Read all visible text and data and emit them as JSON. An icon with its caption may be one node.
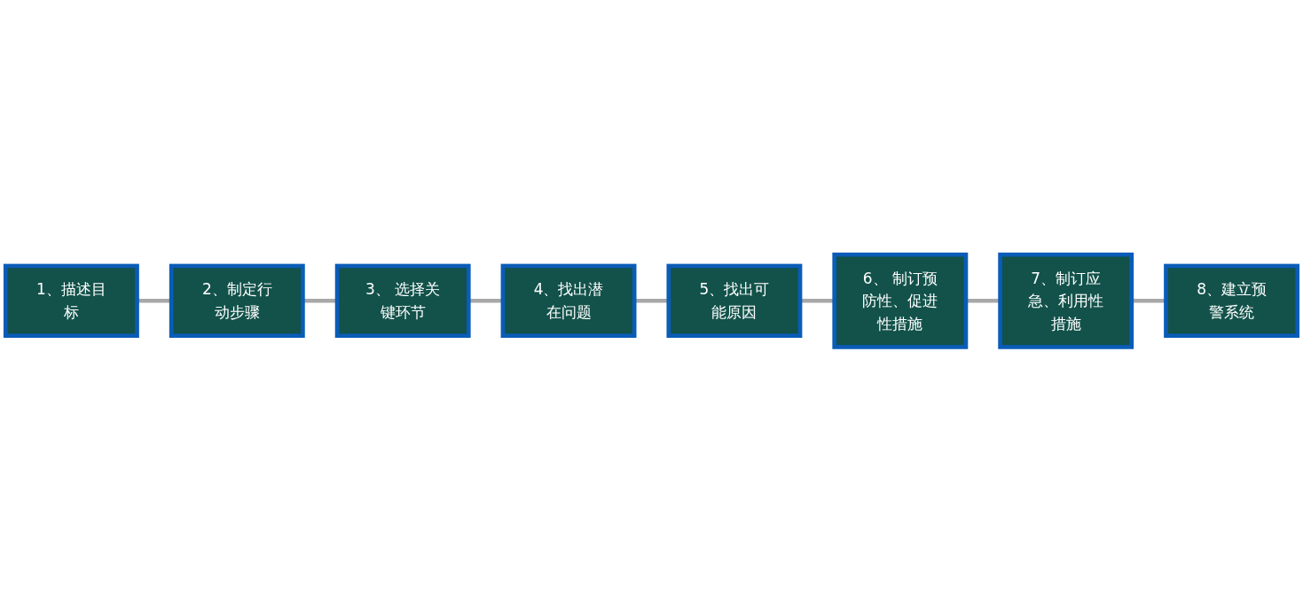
{
  "diagram": {
    "nodes": [
      {
        "text": [
          "1、描述目标"
        ]
      },
      {
        "text": [
          "2、制定行动步骤"
        ]
      },
      {
        "text": [
          "3、 选择关键环节"
        ]
      },
      {
        "text": [
          "4、找出潜在问题"
        ]
      },
      {
        "text": [
          "5、找出可能原因"
        ]
      },
      {
        "text": [
          "6、 制订预防性、促进性措施"
        ]
      },
      {
        "text": [
          "7、制订应急、利用性措施"
        ]
      },
      {
        "text": [
          "8、建立预警系统"
        ]
      }
    ],
    "edges": [
      {
        "from": 0,
        "to": 1,
        "arrow": "none"
      },
      {
        "from": 1,
        "to": 2,
        "arrow": "none"
      },
      {
        "from": 2,
        "to": 3,
        "arrow": "none"
      },
      {
        "from": 3,
        "to": 4,
        "arrow": "none"
      },
      {
        "from": 4,
        "to": 5,
        "arrow": "none"
      },
      {
        "from": 5,
        "to": 6,
        "arrow": "none"
      },
      {
        "from": 6,
        "to": 7,
        "arrow": "none"
      }
    ]
  }
}
